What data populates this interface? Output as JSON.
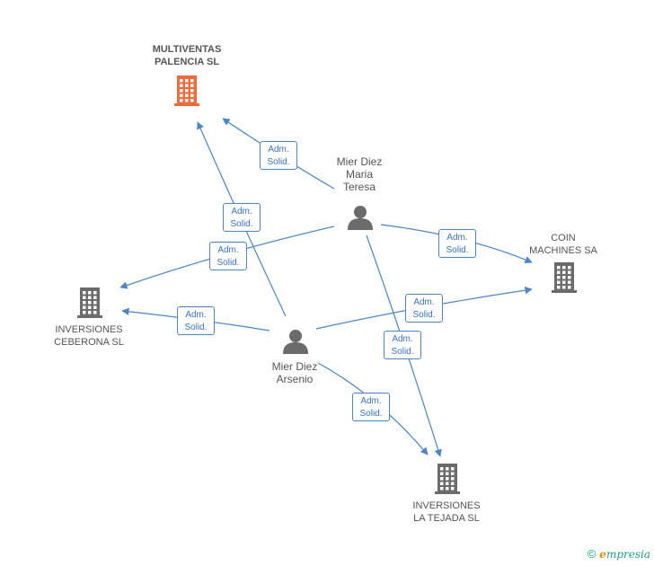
{
  "colors": {
    "edge": "#4a86c8",
    "company": "#6b6b6b",
    "company_highlight": "#f06b3a",
    "person": "#6b6b6b"
  },
  "nodes": {
    "multiventas": {
      "label": "MULTIVENTAS\nPALENCIA SL",
      "icon": "building-icon",
      "highlight": true
    },
    "coin": {
      "label": "COIN\nMACHINES SA",
      "icon": "building-icon"
    },
    "ceberona": {
      "label": "INVERSIONES\nCEBERONA SL",
      "icon": "building-icon"
    },
    "tejada": {
      "label": "INVERSIONES\nLA TEJADA SL",
      "icon": "building-icon"
    },
    "maria": {
      "label": "Mier Diez\nMaria\nTeresa",
      "icon": "person-icon"
    },
    "arsenio": {
      "label": "Mier Diez\nArsenio",
      "icon": "person-icon"
    }
  },
  "edges": [
    {
      "id": "e1",
      "from": "maria",
      "to": "multiventas",
      "label": "Adm.\nSolid."
    },
    {
      "id": "e2",
      "from": "arsenio",
      "to": "multiventas",
      "label": "Adm.\nSolid."
    },
    {
      "id": "e3",
      "from": "maria",
      "to": "ceberona",
      "label": "Adm.\nSolid."
    },
    {
      "id": "e4",
      "from": "maria",
      "to": "coin",
      "label": "Adm.\nSolid."
    },
    {
      "id": "e5",
      "from": "arsenio",
      "to": "coin",
      "label": "Adm.\nSolid."
    },
    {
      "id": "e6",
      "from": "arsenio",
      "to": "ceberona",
      "label": "Adm.\nSolid."
    },
    {
      "id": "e7",
      "from": "maria",
      "to": "tejada",
      "label": "Adm.\nSolid."
    },
    {
      "id": "e8",
      "from": "arsenio",
      "to": "tejada",
      "label": "Adm.\nSolid."
    }
  ],
  "footer": {
    "copyright": "©",
    "brand_initial": "e",
    "brand_rest": "mpresia"
  }
}
